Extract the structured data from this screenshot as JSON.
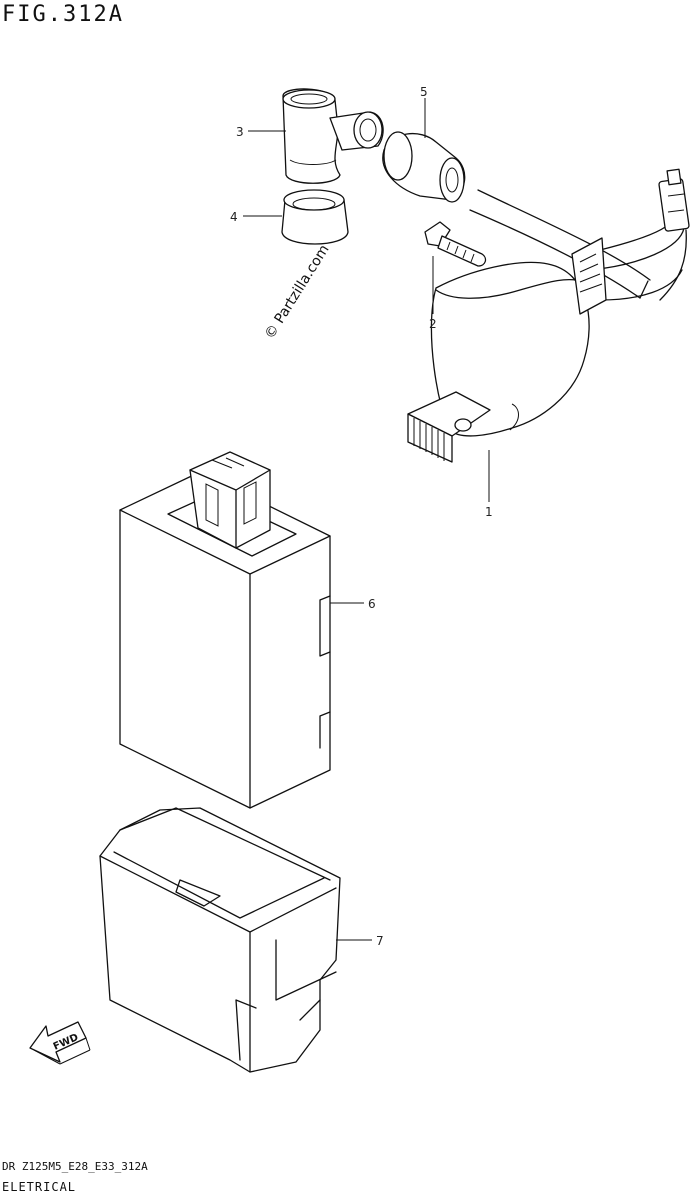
{
  "figure": {
    "title": "FIG.312A",
    "code": "DR Z125M5_E28_E33_312A",
    "name": "ELETRICAL"
  },
  "watermark": "© Partzilla.com",
  "callouts": [
    "1",
    "2",
    "3",
    "4",
    "5",
    "6",
    "7"
  ],
  "fwd_label": "FWD"
}
